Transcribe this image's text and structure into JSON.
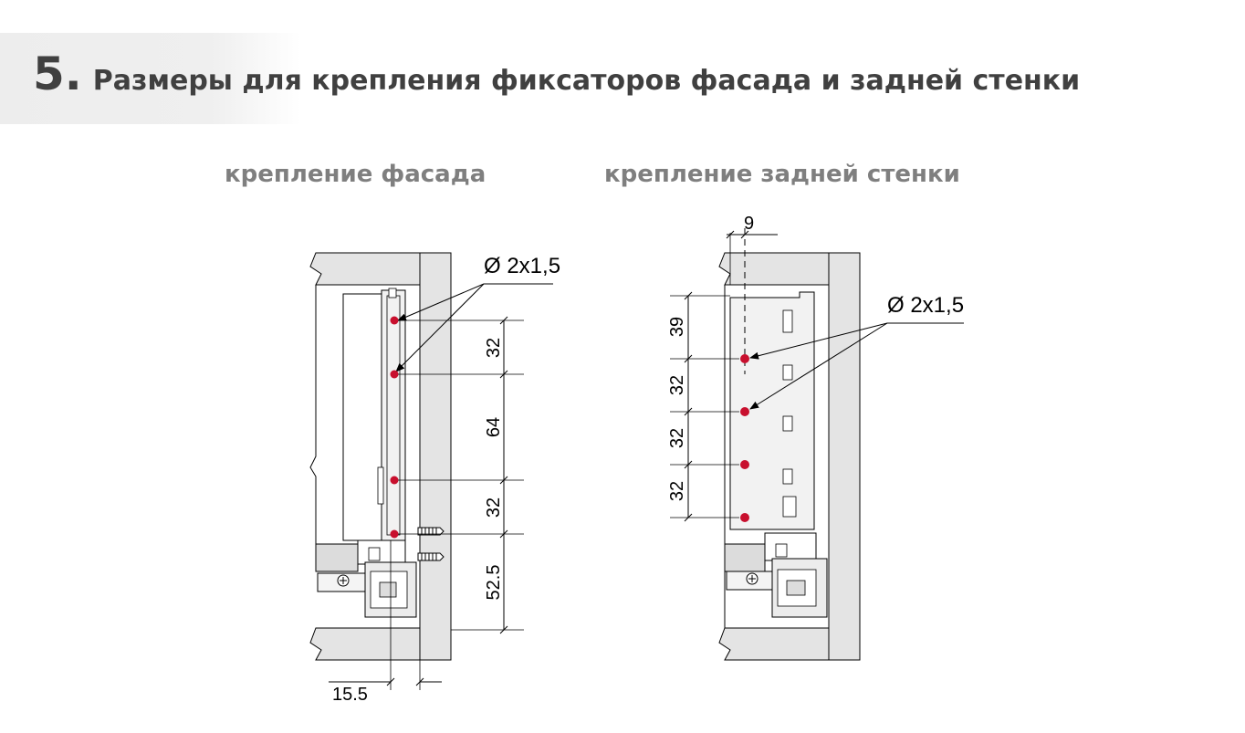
{
  "header": {
    "number": "5.",
    "title": "Размеры для крепления фиксаторов фасада и задней стенки"
  },
  "subtitles": {
    "front": "крепление фасада",
    "back": "крепление задней стенки"
  },
  "front": {
    "hole_label": "Ø 2x1,5",
    "dims": [
      "32",
      "64",
      "32",
      "52.5"
    ],
    "bottom_dim": "15.5"
  },
  "back": {
    "hole_label": "Ø 2x1,5",
    "top_dim": "9",
    "dims": [
      "39",
      "32",
      "32",
      "32"
    ]
  },
  "colors": {
    "hole": "#c8102e",
    "panel": "#e4e4e4",
    "line": "#000000"
  }
}
